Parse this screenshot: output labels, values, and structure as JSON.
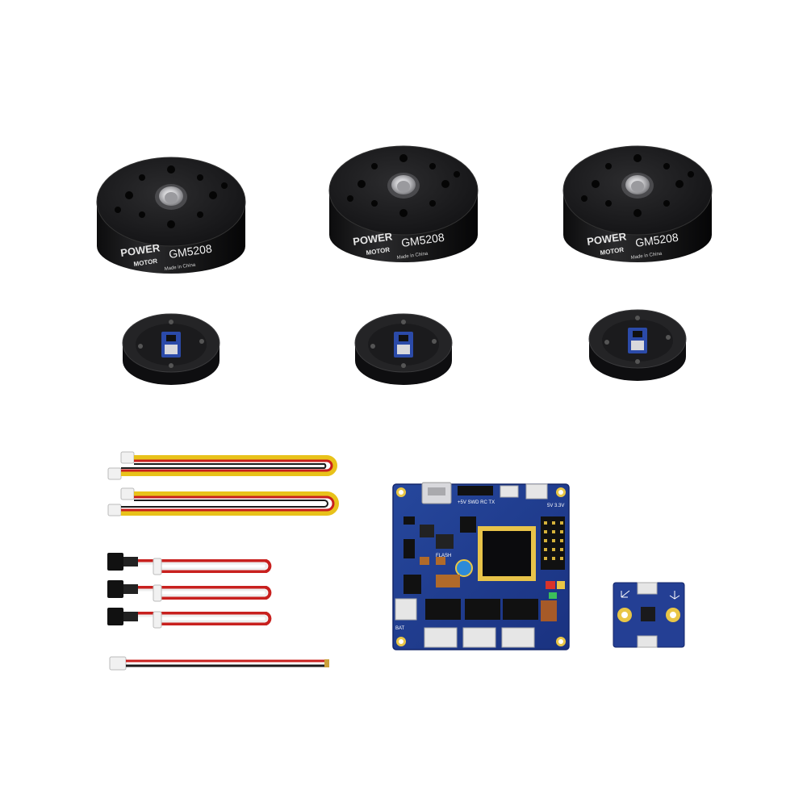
{
  "motors": [
    {
      "brand_line1": "POWER",
      "brand_line2": "MOTOR",
      "model": "GM5208",
      "origin": "Made in China"
    },
    {
      "brand_line1": "POWER",
      "brand_line2": "MOTOR",
      "model": "GM5208",
      "origin": "Made in China"
    },
    {
      "brand_line1": "POWER",
      "brand_line2": "MOTOR",
      "model": "GM5208",
      "origin": "Made in China"
    }
  ],
  "board": {
    "header_label": "+5V SWD RC TX",
    "port_label": "5V 3.3V",
    "flash_label": "FLASH",
    "bat_label": "BAT"
  },
  "colors": {
    "motor_body": "#1a1a1c",
    "pcb_blue": "#1e3a8c",
    "wire_yellow": "#e8c21a",
    "wire_red": "#c8201e",
    "wire_black": "#1a1a1a"
  }
}
